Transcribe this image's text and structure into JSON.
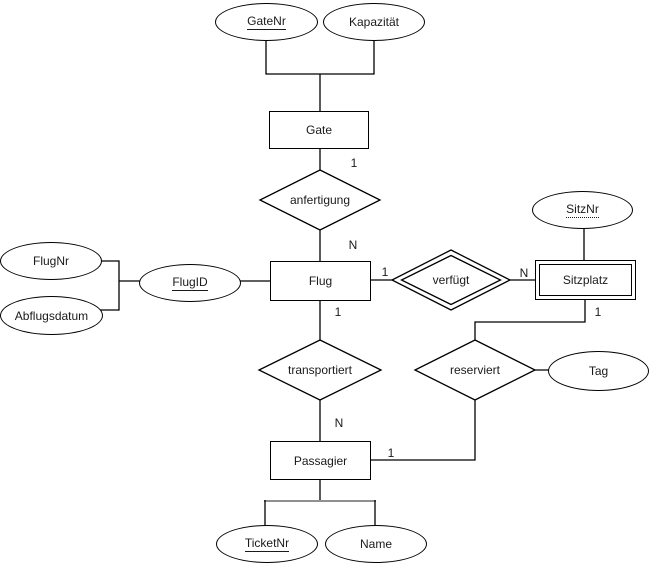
{
  "entities": {
    "gate": {
      "label": "Gate"
    },
    "flug": {
      "label": "Flug"
    },
    "sitzplatz": {
      "label": "Sitzplatz",
      "weak": true
    },
    "passagier": {
      "label": "Passagier"
    }
  },
  "relationships": {
    "anfertigung": {
      "label": "anfertigung"
    },
    "verfuegt": {
      "label": "verfügt",
      "identifying": true
    },
    "transportiert": {
      "label": "transportiert"
    },
    "reserviert": {
      "label": "reserviert"
    }
  },
  "attributes": {
    "gatenr": {
      "label": "GateNr",
      "key": "primary"
    },
    "kapazitaet": {
      "label": "Kapazität",
      "key": "none"
    },
    "flugnr": {
      "label": "FlugNr",
      "key": "none"
    },
    "abflugsdatum": {
      "label": "Abflugsdatum",
      "key": "none"
    },
    "flugid": {
      "label": "FlugID",
      "key": "primary"
    },
    "sitznr": {
      "label": "SitzNr",
      "key": "partial"
    },
    "tag": {
      "label": "Tag",
      "key": "none"
    },
    "ticketnr": {
      "label": "TicketNr",
      "key": "primary"
    },
    "name": {
      "label": "Name",
      "key": "none"
    }
  },
  "cardinalities": {
    "gate_anfertigung": "1",
    "anfertigung_flug": "N",
    "flug_verfuegt": "1",
    "verfuegt_sitzplatz": "N",
    "sitzplatz_reserviert": "1",
    "flug_transportiert": "1",
    "transportiert_passagier": "N",
    "reserviert_passagier": "1"
  },
  "colors": {
    "stroke": "#000000",
    "shape_fill": "#ffffff",
    "text": "#1a1a1a",
    "attribute_bracket_gray": "#8f8f8f"
  }
}
